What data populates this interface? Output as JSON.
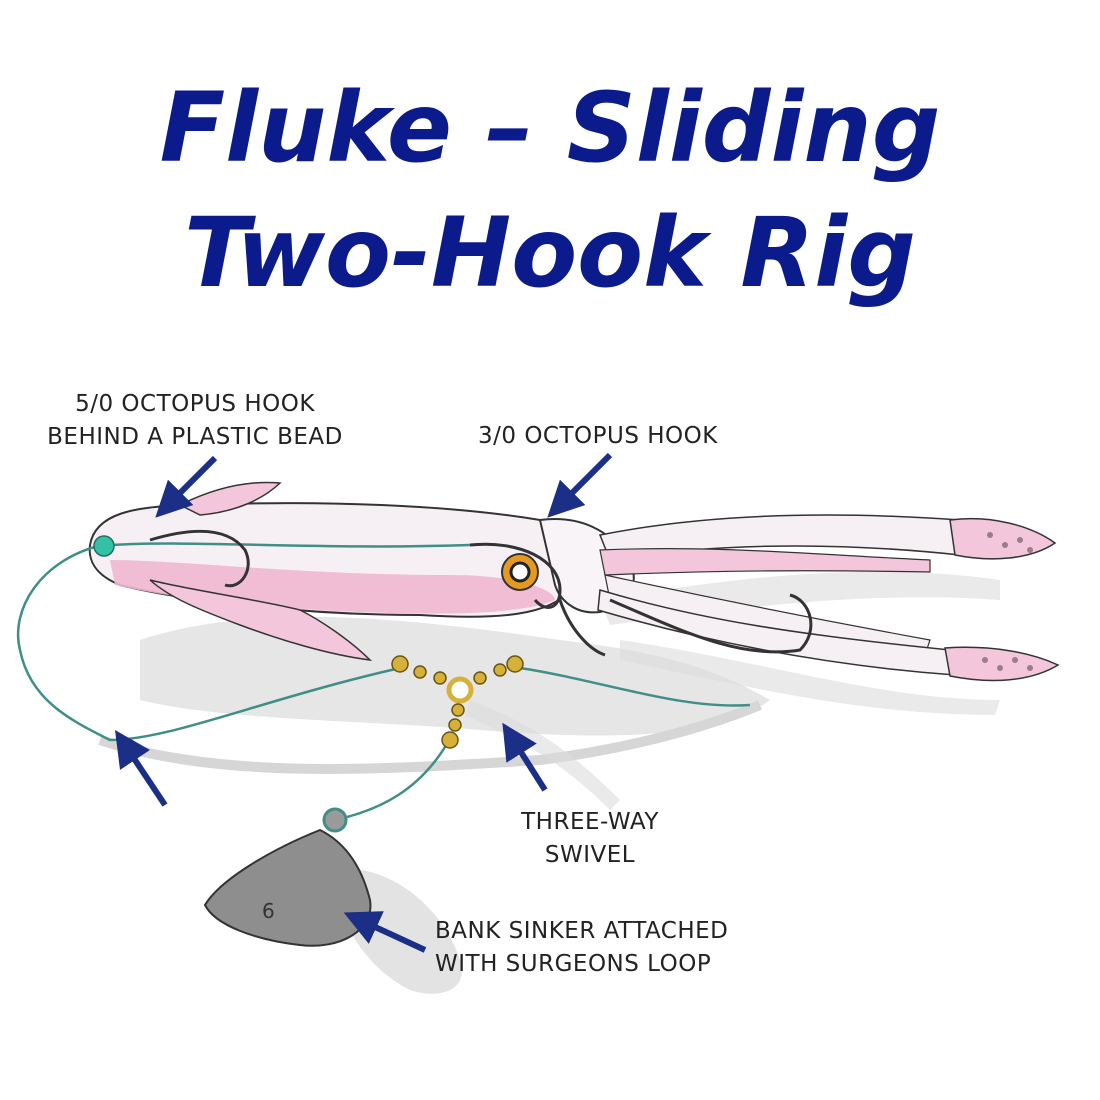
{
  "title": {
    "line1": "Fluke – Sliding",
    "line2": "Two-Hook Rig"
  },
  "labels": {
    "hook_5_0": {
      "line1": "5/0 OCTOPUS HOOK",
      "line2": "BEHIND A PLASTIC BEAD"
    },
    "hook_3_0": {
      "line1": "3/0 OCTOPUS HOOK"
    },
    "swivel": {
      "line1": "THREE-WAY",
      "line2": "SWIVEL"
    },
    "sinker": {
      "line1": "BANK SINKER ATTACHED",
      "line2": "WITH SURGEONS LOOP"
    }
  },
  "colors": {
    "title": "#0b1b8c",
    "arrow": "#1b2f86",
    "line": "#3f8f86",
    "bead": "#35c0a8",
    "body_pink": "#f3c6dc",
    "swivel": "#d6b13a",
    "sinker": "#8e8e8e",
    "shadow": "#d9d9d9",
    "eye": "#e59a1f"
  }
}
